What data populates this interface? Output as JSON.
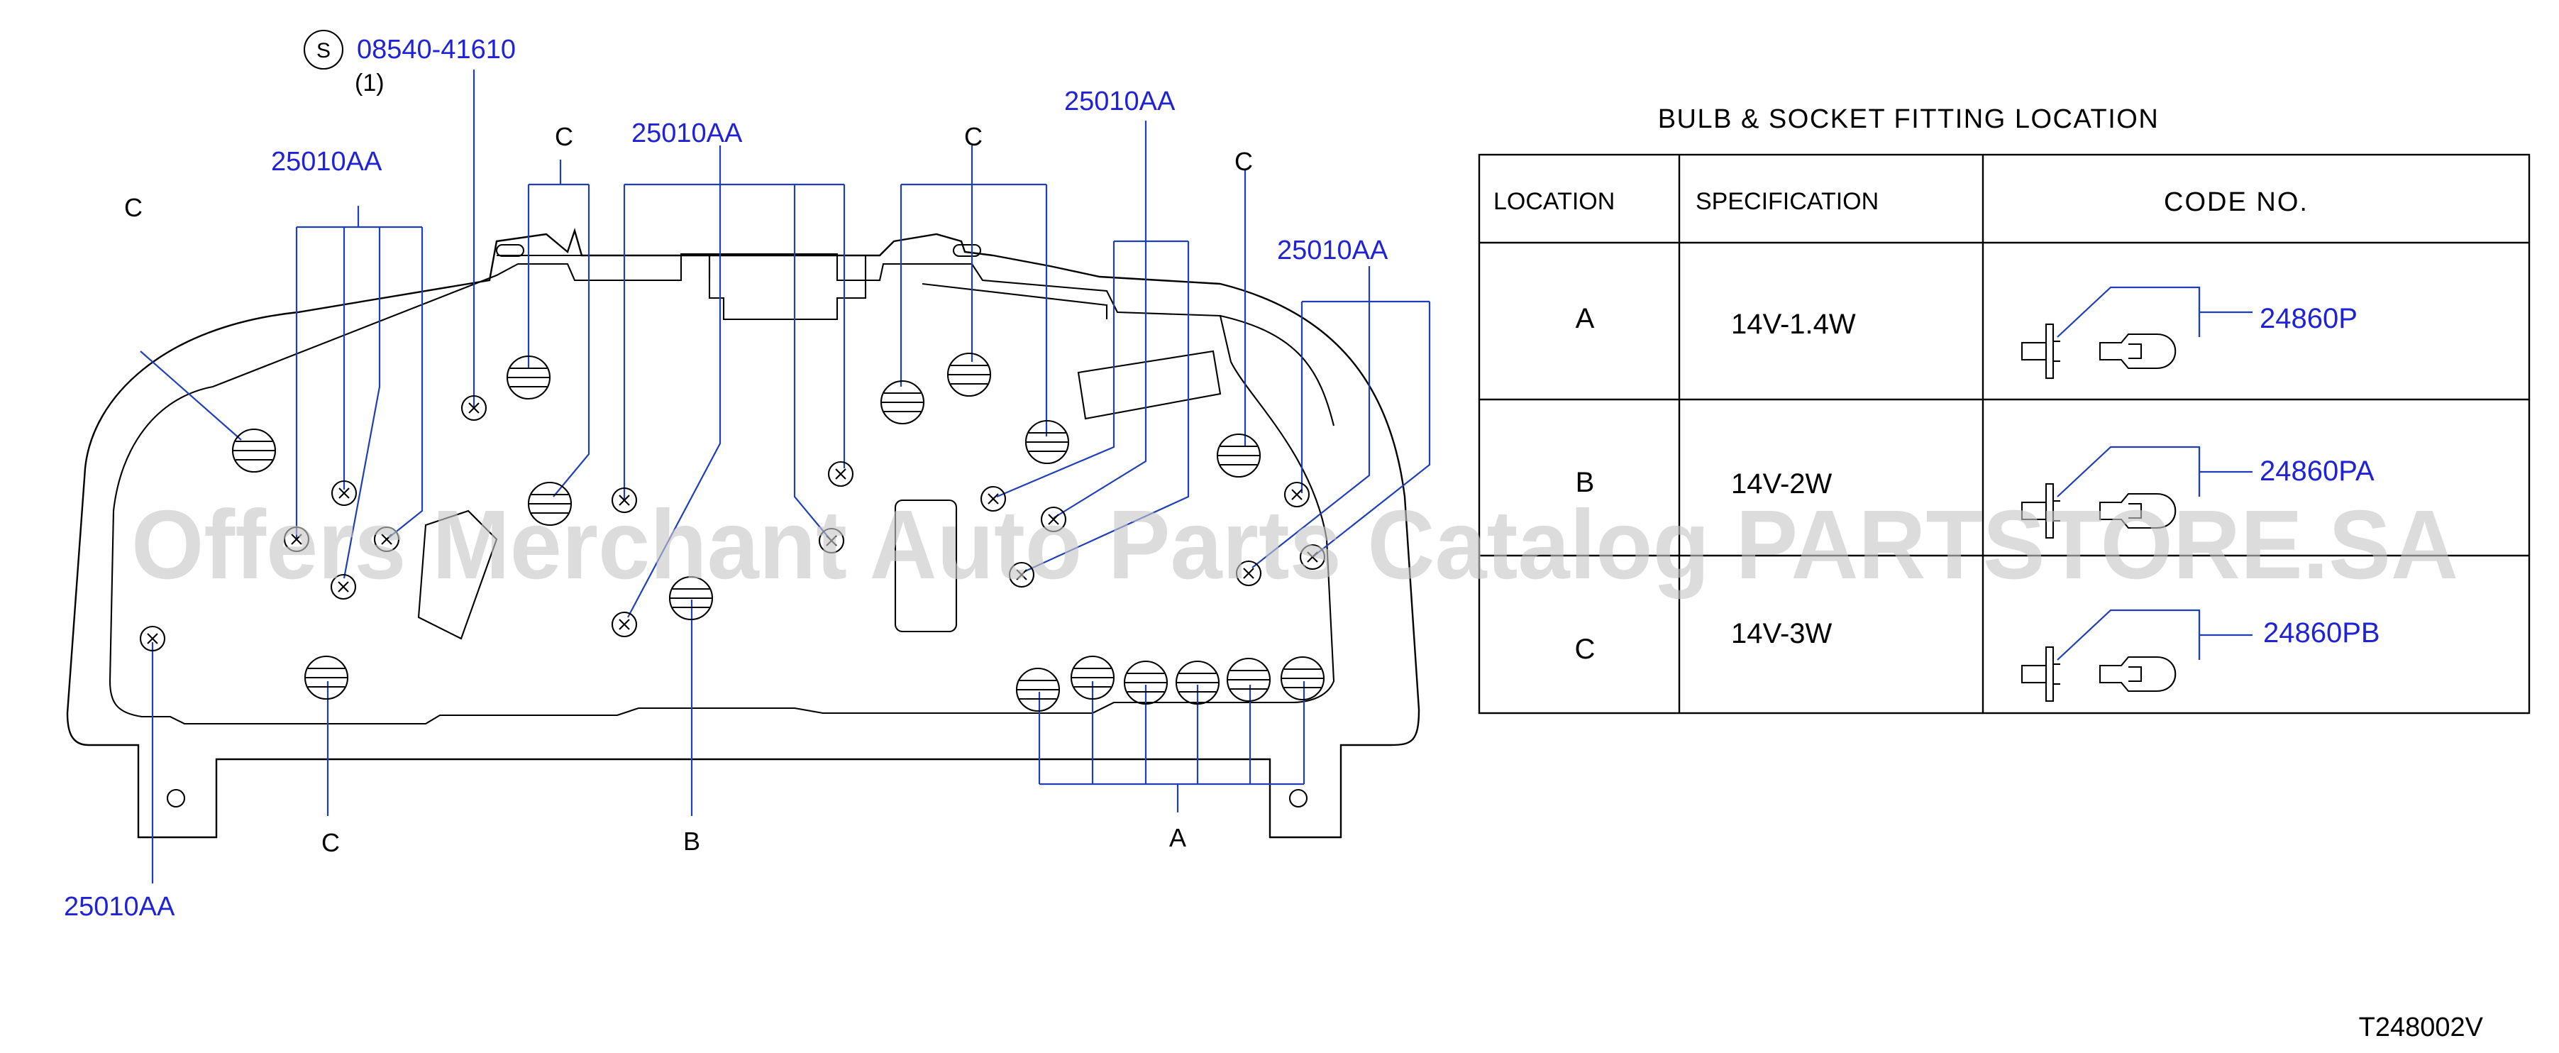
{
  "diagram": {
    "screw_symbol": "S",
    "screw_part_no": "08540-41610",
    "screw_qty": "(1)",
    "socket_part_no": "25010AA",
    "label_a": "A",
    "label_b": "B",
    "label_c": "C",
    "drawing_no": "T248002V"
  },
  "table": {
    "title": "BULB & SOCKET FITTING LOCATION",
    "headers": [
      "LOCATION",
      "SPECIFICATION",
      "CODE NO."
    ],
    "rows": [
      {
        "location": "A",
        "specification": "14V-1.4W",
        "code": "24860P"
      },
      {
        "location": "B",
        "specification": "14V-2W",
        "code": "24860PA"
      },
      {
        "location": "C",
        "specification": "14V-3W",
        "code": "24860PB"
      }
    ]
  },
  "watermark": "Offers Merchant Auto Parts Catalog PARTSTORE.SA",
  "colors": {
    "callout_blue": "#1f22d6",
    "leader_blue": "#1f3fb8",
    "watermark_gray": "#c8c8c8"
  }
}
